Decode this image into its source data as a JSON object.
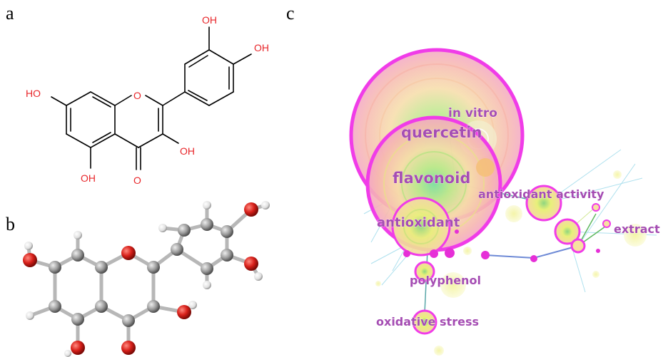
{
  "panels": {
    "a": "a",
    "b": "b",
    "c": "c"
  },
  "structure_labels": {
    "oh_top": "OH",
    "oh_right": "OH",
    "oh_left": "HO",
    "oh_mid": "OH",
    "oh_bottom": "OH",
    "o_ring": "O",
    "o_keto": "O"
  },
  "network": {
    "keywords": {
      "in_vitro": "in vitro",
      "quercetin": "quercetin",
      "flavonoid": "flavonoid",
      "antioxidant_activity": "antioxidant activity",
      "extract": "extract",
      "antioxidant": "antioxidant",
      "polyphenol": "polyphenol",
      "oxidative_stress": "oxidative stress"
    },
    "colors": {
      "node_ring": "#f03ce8",
      "keyword_text": "#a54db3",
      "molecule_oxygen": "#e8262a",
      "carbon_atom": "#9a9a9a",
      "oxygen_atom": "#d8201a"
    }
  }
}
